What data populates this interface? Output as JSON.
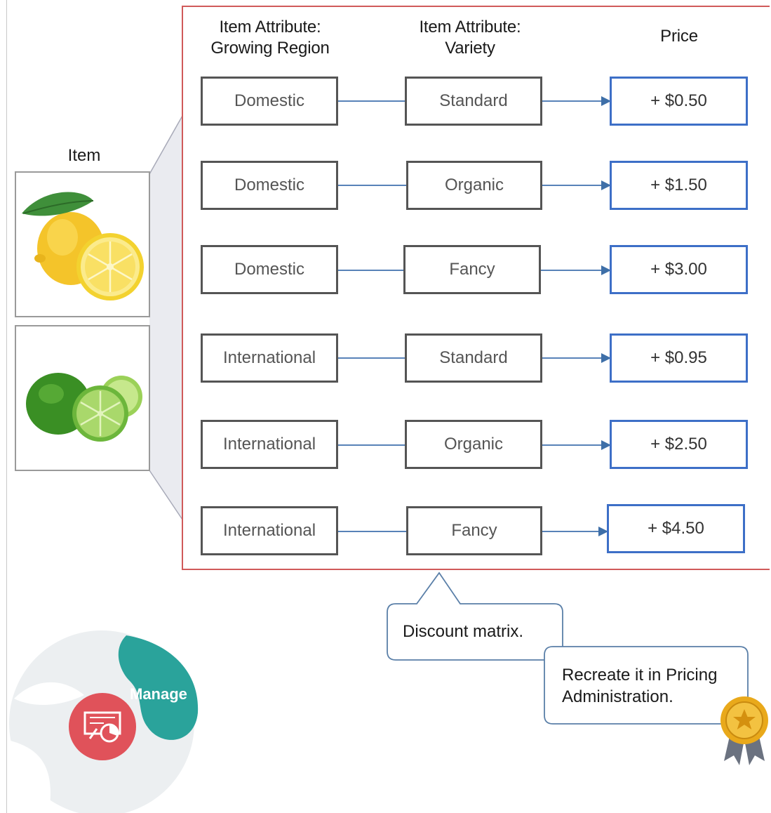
{
  "headers": {
    "growing_region": "Item Attribute:\nGrowing Region",
    "variety": "Item Attribute:\nVariety",
    "price": "Price"
  },
  "item": {
    "title": "Item",
    "cards": [
      {
        "name": "lemon-image"
      },
      {
        "name": "lime-image"
      }
    ]
  },
  "rows": [
    {
      "region": "Domestic",
      "variety": "Standard",
      "price": "+ $0.50"
    },
    {
      "region": "Domestic",
      "variety": "Organic",
      "price": "+ $1.50"
    },
    {
      "region": "Domestic",
      "variety": "Fancy",
      "price": "+ $3.00"
    },
    {
      "region": "International",
      "variety": "Standard",
      "price": "+ $0.95"
    },
    {
      "region": "International",
      "variety": "Organic",
      "price": "+ $2.50"
    },
    {
      "region": "International",
      "variety": "Fancy",
      "price": "+ $4.50"
    }
  ],
  "callouts": {
    "discount": "Discount matrix.",
    "recreate": "Recreate it in Pricing\nAdministration."
  },
  "badge": {
    "label": "Manage",
    "icon": "price-list-icon"
  },
  "award_icon": "award-ribbon-icon",
  "colors": {
    "matrix_border": "#d05a5a",
    "price_border": "#3d6fc7",
    "connector": "#5882b8",
    "manage_teal": "#2aa39b",
    "manage_red": "#e0525a",
    "award_gold": "#e9a91b"
  }
}
